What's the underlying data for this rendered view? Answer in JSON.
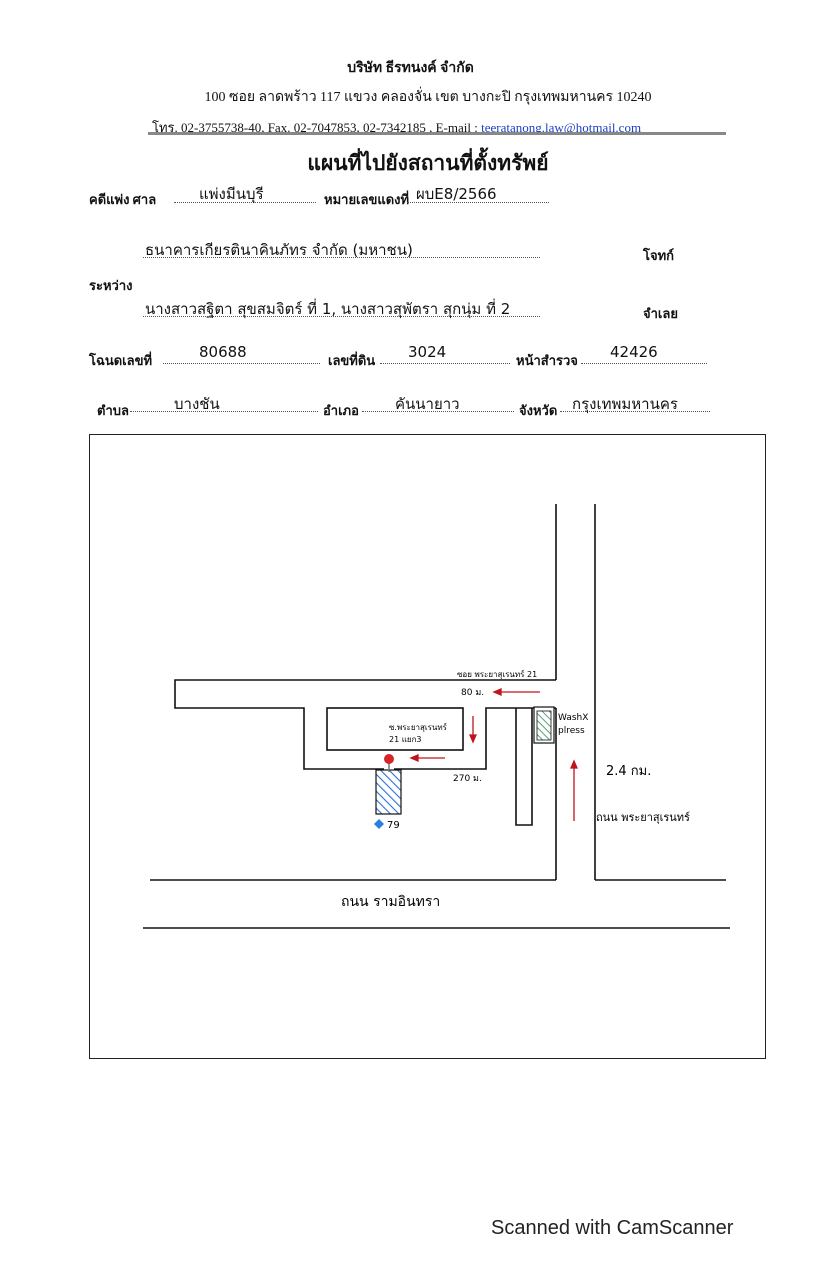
{
  "header": {
    "company": "บริษัท ธีรทนงค์ จำกัด",
    "address": "100   ซอย ลาดพร้าว 117    แขวง คลองจั่น    เขต บางกะปิ   กรุงเทพมหานคร  10240",
    "contact_prefix": "โทร. 02-3755738-40, Fax.  02-7047853, 02-7342185 , E-mail : ",
    "email": "teeratanong.law@hotmail.com"
  },
  "title": "แผนที่ไปยังสถานที่ตั้งทรัพย์",
  "case": {
    "court_label": "คดีแพ่ง  ศาล",
    "court_value": "แพ่งมีนบุรี",
    "red_no_label": "หมายเลขแดงที่",
    "red_no_value": "ผบE8/2566",
    "between_label": "ระหว่าง",
    "plaintiff_value": "ธนาคารเกียรตินาคินภัทร จำกัด (มหาชน)",
    "plaintiff_label": "โจทก์",
    "defendant_value": "นางสาวสฐิตา สุขสมจิตร์ ที่ 1, นางสาวสุพัตรา สุกนุ่ม ที่ 2",
    "defendant_label": "จำเลย"
  },
  "deed": {
    "deed_no_label": "โฉนดเลขที่",
    "deed_no_value": "80688",
    "land_no_label": "เลขที่ดิน",
    "land_no_value": "3024",
    "survey_label": "หน้าสำรวจ",
    "survey_value": "42426"
  },
  "location": {
    "subdistrict_label": "ตำบล",
    "subdistrict_value": "บางชัน",
    "district_label": "อำเภอ",
    "district_value": "คันนายาว",
    "province_label": "จังหวัด",
    "province_value": "กรุงเทพมหานคร"
  },
  "map": {
    "soi_label": "ซอย พระยาสุเรนทร์ 21",
    "dist_80": "80 ม.",
    "soi3_label_1": "ซ.พระยาสุเรนทร์",
    "soi3_label_2": "21 แยก3",
    "dist_270": "270 ม.",
    "washx_1": "WashX",
    "washx_2": "plress",
    "dist_24": "2.4 กม.",
    "road_phraya": "ถนน พระยาสุเรนทร์",
    "house_no": "79",
    "road_ram": "ถนน รามอินทรา",
    "colors": {
      "arrow": "#c0141c",
      "hatch": "#2a6fd6",
      "pin": "#d4252a",
      "diamond": "#2a7fe0"
    }
  },
  "footer": {
    "scanner": "Scanned with CamScanner"
  }
}
